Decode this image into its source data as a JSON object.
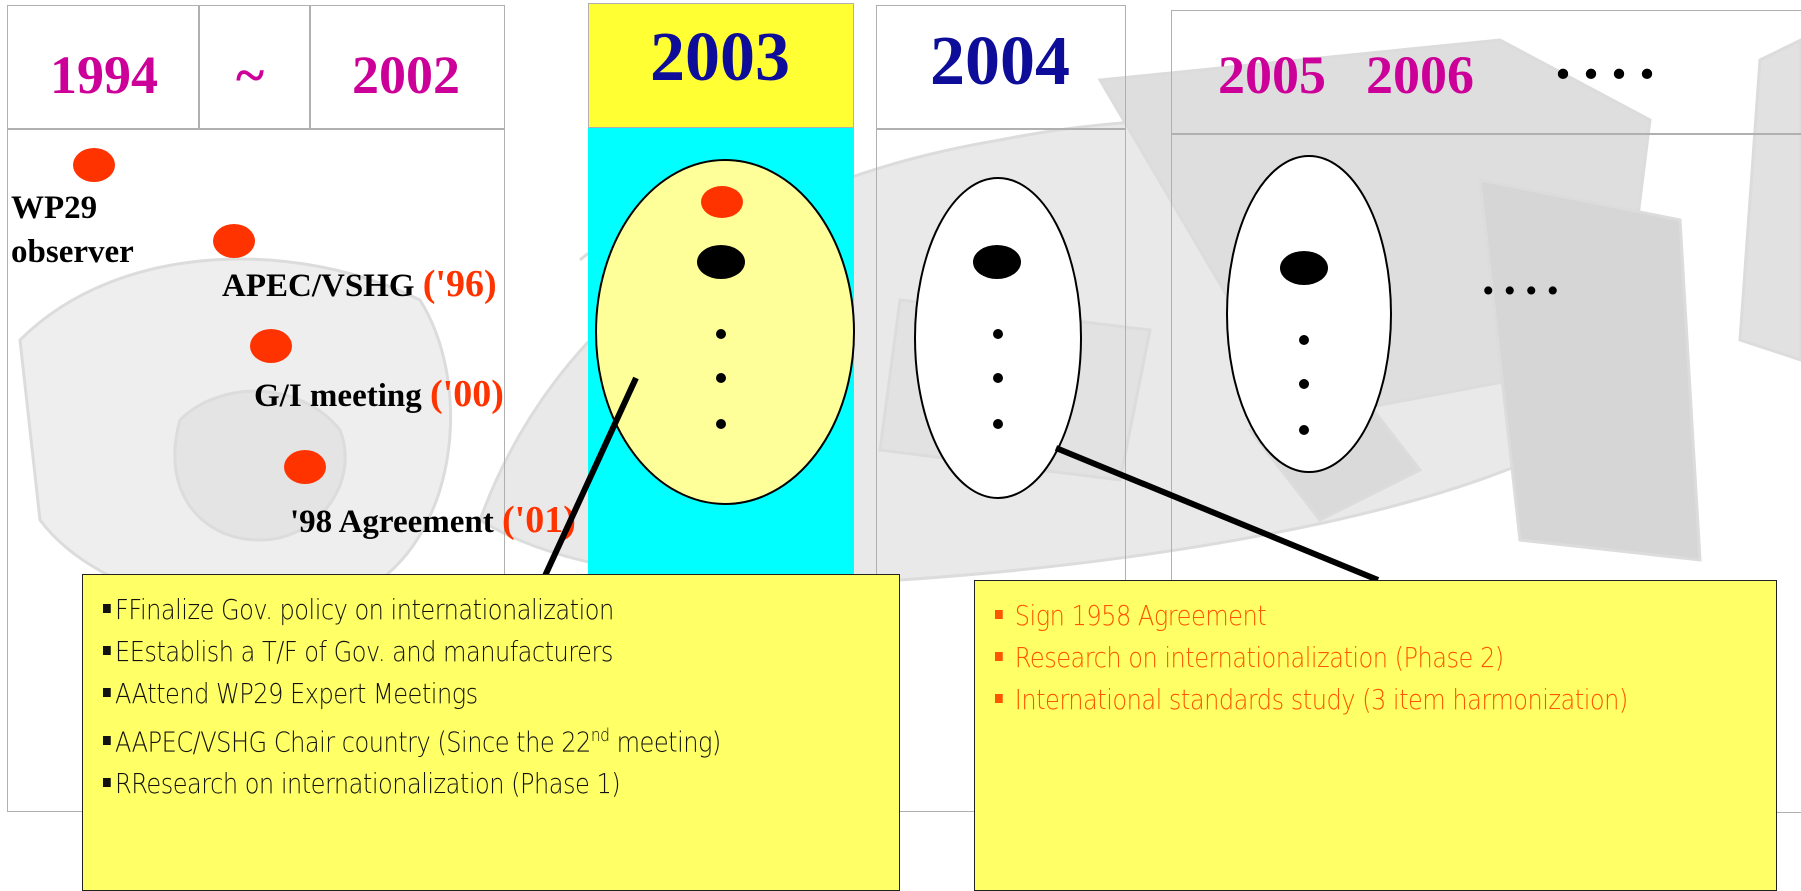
{
  "timeline": {
    "years": {
      "y1994": "1994",
      "tilde": "~",
      "y2002": "2002",
      "y2003": "2003",
      "y2004": "2004",
      "y2005": "2005",
      "y2006": "2006",
      "more": "....",
      "more_mid": "...."
    },
    "milestones": [
      {
        "label": "WP29",
        "label2": "observer"
      },
      {
        "label": "APEC/VSHG",
        "year": "('96)"
      },
      {
        "label": "G/I meeting",
        "year": "('00)"
      },
      {
        "label": "'98 Agreement",
        "year": "('01)"
      }
    ]
  },
  "notes_2003": {
    "items": [
      "FFinalize Gov. policy on internationalization",
      "EEstablish a T/F of Gov. and manufacturers",
      "AAttend WP29 Expert Meetings",
      "AAPEC/VSHG Chair country (Since the 22",
      "RResearch on internationalization (Phase 1)"
    ],
    "sup": "nd",
    "item4_tail": " meeting)"
  },
  "notes_2004": {
    "items": [
      "Sign 1958 Agreement",
      "Research on internationalization (Phase 2)",
      "International standards study (3 item harmonization)"
    ]
  },
  "colors": {
    "magenta": "#cc0099",
    "navy": "#0d0d99",
    "accent_red": "#ff3300",
    "note_yellow": "#ffff66",
    "cyan": "#00ffff",
    "yellow": "#ffff33"
  }
}
